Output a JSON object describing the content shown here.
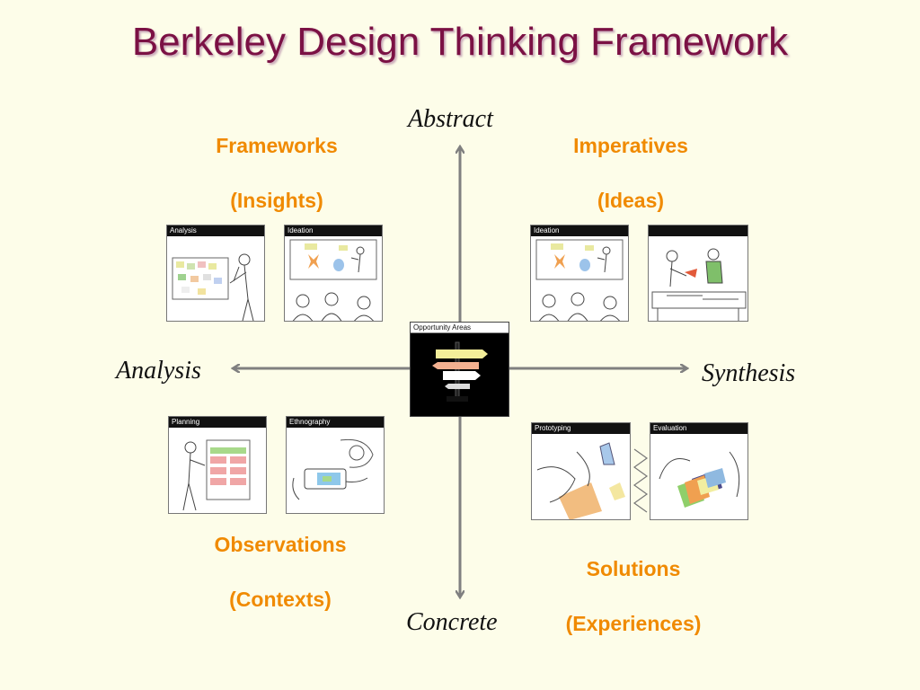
{
  "title": "Berkeley Design Thinking Framework",
  "axes": {
    "top": "Abstract",
    "bottom": "Concrete",
    "left": "Analysis",
    "right": "Synthesis"
  },
  "quadrants": {
    "top_left": {
      "line1": "Frameworks",
      "line2": "(Insights)"
    },
    "top_right": {
      "line1": "Imperatives",
      "line2": "(Ideas)"
    },
    "bottom_left": {
      "line1": "Observations",
      "line2": "(Contexts)"
    },
    "bottom_right": {
      "line1": "Solutions",
      "line2": "(Experiences)"
    }
  },
  "cards": {
    "analysis": "Analysis",
    "ideation_left": "Ideation",
    "ideation_right": "Ideation",
    "imperatives_blank": "",
    "opportunity": "Opportunity Areas",
    "planning": "Planning",
    "ethnography": "Ethnography",
    "prototyping": "Prototyping",
    "evaluation": "Evaluation"
  },
  "colors": {
    "title": "#7b1144",
    "quadrant_labels": "#f08a00",
    "axis_arrows": "#808080",
    "background": "#fdfde9"
  }
}
